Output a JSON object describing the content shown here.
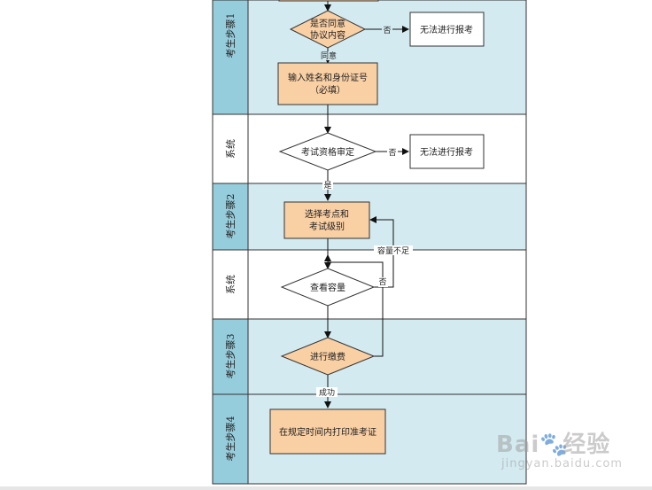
{
  "lanes": [
    {
      "label": "考生步骤1",
      "fill": "#d3eaf0"
    },
    {
      "label": "系统",
      "fill": "#ffffff"
    },
    {
      "label": "考生步骤2",
      "fill": "#d3eaf0"
    },
    {
      "label": "系统",
      "fill": "#ffffff"
    },
    {
      "label": "考生步骤3",
      "fill": "#d3eaf0"
    },
    {
      "label": "考生步骤4",
      "fill": "#d3eaf0"
    }
  ],
  "nodes": {
    "agree_lines": [
      "是否同意",
      "协议内容"
    ],
    "no_report_1": "无法进行报考",
    "input_lines": [
      "输入姓名和身份证号",
      "（必填）"
    ],
    "qualify": "考试资格审定",
    "no_report_2": "无法进行报考",
    "select_lines": [
      "选择考点和",
      "考试级别"
    ],
    "check_capacity": "查看容量",
    "pay": "进行缴费",
    "print": "在规定时间内打印准考证"
  },
  "edges": {
    "no_1": "否",
    "agree": "同意",
    "no_2": "否",
    "yes": "是",
    "insufficient": "容量不足",
    "no_3": "否",
    "success": "成功"
  },
  "colors": {
    "lane_header": "#96cddc",
    "lane_light": "#d3eaf0",
    "node_fill": "#f9cfa4",
    "stroke": "#333333"
  },
  "watermark": {
    "brand_left": "Bai",
    "brand_paw": "🐾",
    "brand_right": "经验",
    "sub": "jingyan.baidu.com"
  }
}
